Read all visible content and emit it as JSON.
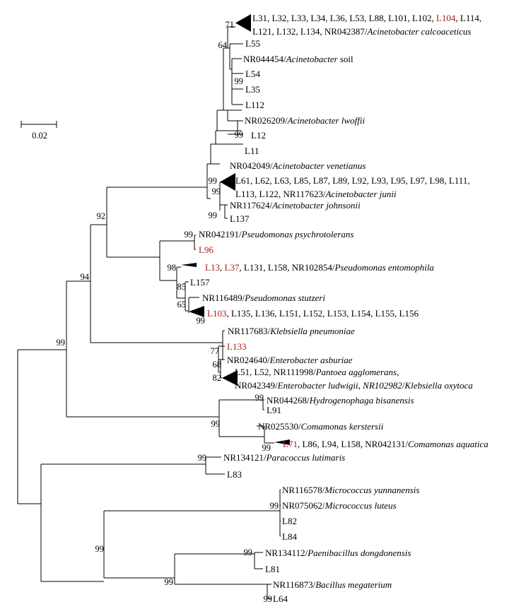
{
  "scale_bar": "0.02",
  "clusters": [
    {
      "line1": [
        [
          "L31, L32, L33, L34, L36, L53, L88, L101, L102, ",
          ""
        ],
        [
          "L104",
          "red"
        ],
        [
          ", L114,",
          ""
        ]
      ],
      "line2": [
        [
          "L121, L132, L134, NR042387/",
          ""
        ],
        [
          "Acinetobacter calcoaceticus",
          "sp"
        ]
      ]
    },
    {
      "line1": [
        [
          "L61, L62, L63, L85, L87, L89, L92, L93, L95, L97, L98, L111,",
          ""
        ]
      ],
      "line2": [
        [
          "L113, L122, NR117623/",
          ""
        ],
        [
          "Acinetobacter junii",
          "sp"
        ]
      ]
    },
    {
      "line1": [
        [
          "L13",
          "red"
        ],
        [
          ", ",
          ""
        ],
        [
          "L37",
          "red"
        ],
        [
          ", L131, L158, NR102854/",
          ""
        ],
        [
          "Pseudomonas entomophila",
          "sp"
        ]
      ]
    },
    {
      "line1": [
        [
          "L103",
          "red"
        ],
        [
          ", L135, L136, L151, L152, L153, L154, L155, L156",
          ""
        ]
      ]
    },
    {
      "line1": [
        [
          "L51, L52, NR111998/",
          ""
        ],
        [
          "Pantoea agglomerans",
          "sp"
        ],
        [
          ",",
          ""
        ]
      ],
      "line2": [
        [
          "NR042349/",
          ""
        ],
        [
          "Enterobacter ludwigii",
          "sp"
        ],
        [
          ", ",
          ""
        ],
        [
          "NR102982",
          "sp"
        ],
        [
          "/",
          ""
        ],
        [
          "Klebsiella oxytoca",
          "sp"
        ]
      ]
    },
    {
      "line1": [
        [
          "L71",
          "red"
        ],
        [
          ", L86, L94, L158, NR042131/",
          ""
        ],
        [
          "Comamonas aquatica",
          "sp"
        ]
      ]
    }
  ],
  "leaves": [
    {
      "id": "L55",
      "label": [
        [
          "L55",
          ""
        ]
      ]
    },
    {
      "id": "L54",
      "label": [
        [
          "L54",
          ""
        ]
      ]
    },
    {
      "id": "NR044454",
      "label": [
        [
          "NR044454/",
          ""
        ],
        [
          "Acinetobacter",
          "sp"
        ],
        [
          " soil",
          ""
        ]
      ]
    },
    {
      "id": "L35",
      "label": [
        [
          "L35",
          ""
        ]
      ]
    },
    {
      "id": "L112",
      "label": [
        [
          "L112",
          ""
        ]
      ]
    },
    {
      "id": "NR026209",
      "label": [
        [
          "NR026209/",
          ""
        ],
        [
          "Acinetobacter lwoffii",
          "sp"
        ]
      ]
    },
    {
      "id": "L12",
      "label": [
        [
          "L12",
          ""
        ]
      ]
    },
    {
      "id": "L11",
      "label": [
        [
          "L11",
          ""
        ]
      ]
    },
    {
      "id": "NR042049",
      "label": [
        [
          "NR042049/",
          ""
        ],
        [
          "Acinetobacter venetianus",
          "sp"
        ]
      ]
    },
    {
      "id": "NR117624",
      "label": [
        [
          "NR117624/",
          ""
        ],
        [
          "Acinetobacter johnsonii",
          "sp"
        ]
      ]
    },
    {
      "id": "L137",
      "label": [
        [
          "L137",
          ""
        ]
      ]
    },
    {
      "id": "NR042191",
      "label": [
        [
          "NR042191/",
          ""
        ],
        [
          "Pseudomonas psychrotolerans",
          "sp"
        ]
      ]
    },
    {
      "id": "L96",
      "label": [
        [
          "L96",
          "red"
        ]
      ]
    },
    {
      "id": "L157",
      "label": [
        [
          "L157",
          ""
        ]
      ]
    },
    {
      "id": "NR116489",
      "label": [
        [
          "NR116489/",
          ""
        ],
        [
          "Pseudomonas stutzeri",
          "sp"
        ]
      ]
    },
    {
      "id": "NR117683",
      "label": [
        [
          "NR117683/",
          ""
        ],
        [
          "Klebsiella pneumoniae",
          "sp"
        ]
      ]
    },
    {
      "id": "L133",
      "label": [
        [
          "L133",
          "red"
        ]
      ]
    },
    {
      "id": "NR024640",
      "label": [
        [
          "NR024640/",
          ""
        ],
        [
          "Enterobacter asburiae",
          "sp"
        ]
      ]
    },
    {
      "id": "NR044268",
      "label": [
        [
          "NR044268/",
          ""
        ],
        [
          "Hydrogenophaga bisanensis",
          "sp"
        ]
      ]
    },
    {
      "id": "L91",
      "label": [
        [
          "L91",
          ""
        ]
      ]
    },
    {
      "id": "NR025530",
      "label": [
        [
          "NR025530/",
          ""
        ],
        [
          "Comamonas kerstersii",
          "sp"
        ]
      ]
    },
    {
      "id": "NR134121",
      "label": [
        [
          "NR134121/",
          ""
        ],
        [
          "Paracoccus lutimaris",
          "sp"
        ]
      ]
    },
    {
      "id": "L83",
      "label": [
        [
          "L83",
          ""
        ]
      ]
    },
    {
      "id": "NR116578",
      "label": [
        [
          "NR116578/",
          ""
        ],
        [
          "Micrococcus yunnanensis",
          "sp"
        ]
      ]
    },
    {
      "id": "NR075062",
      "label": [
        [
          "NR075062/",
          ""
        ],
        [
          "Micrococcus luteus",
          "sp"
        ]
      ]
    },
    {
      "id": "L82",
      "label": [
        [
          "L82",
          ""
        ]
      ]
    },
    {
      "id": "L84",
      "label": [
        [
          "L84",
          ""
        ]
      ]
    },
    {
      "id": "NR134112",
      "label": [
        [
          "NR134112/",
          ""
        ],
        [
          "Paenibacillus dongdonensis",
          "sp"
        ]
      ]
    },
    {
      "id": "L81",
      "label": [
        [
          "L81",
          ""
        ]
      ]
    },
    {
      "id": "NR116873",
      "label": [
        [
          "NR116873/",
          ""
        ],
        [
          "Bacillus megaterium",
          "sp"
        ]
      ]
    },
    {
      "id": "L64",
      "label": [
        [
          "L64",
          ""
        ]
      ]
    }
  ],
  "bootstrap": [
    "71",
    "64",
    "99",
    "99",
    "99",
    "99",
    "99",
    "92",
    "94",
    "99",
    "99",
    "98",
    "85",
    "65",
    "99",
    "77",
    "68",
    "82",
    "99",
    "99",
    "99",
    "99",
    "99",
    "99",
    "99",
    "99",
    "99"
  ]
}
